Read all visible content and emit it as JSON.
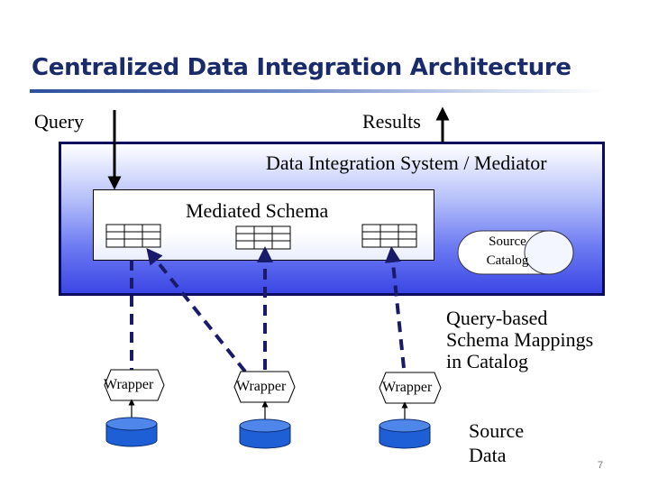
{
  "slide": {
    "title": "Centralized Data Integration Architecture",
    "page_number": "7"
  },
  "labels": {
    "query": "Query",
    "results": "Results",
    "mediator": "Data Integration System / Mediator",
    "mediated_schema": "Mediated Schema",
    "source_catalog_line1": "Source",
    "source_catalog_line2": "Catalog",
    "schema_mappings_line1": "Query-based",
    "schema_mappings_line2": "Schema Mappings",
    "schema_mappings_line3": "in Catalog",
    "source_data_line1": "Source",
    "source_data_line2": "Data"
  },
  "wrappers": [
    {
      "label": "Wrapper"
    },
    {
      "label": "Wrapper"
    },
    {
      "label": "Wrapper"
    }
  ],
  "colors": {
    "title": "#1a2b6b",
    "mediator_border": "#0a0a5e",
    "mediator_fill_bottom": "#3b47e4",
    "database_fill": "#1f5fd6",
    "wrapper_fill": "#ffffff",
    "connector": "#1a1a6b"
  },
  "icons": [
    "table-icon",
    "source-catalog-cylinder-icon",
    "database-icon",
    "wrapper-hexagon-icon"
  ]
}
